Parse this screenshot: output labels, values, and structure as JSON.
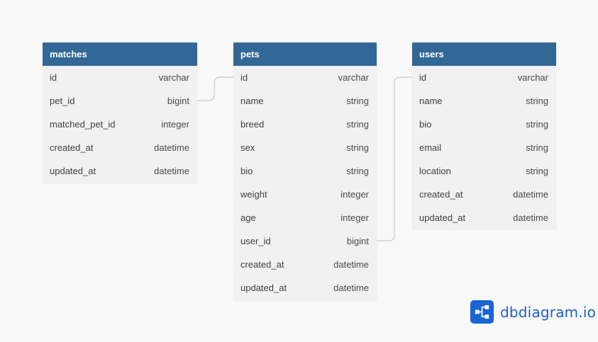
{
  "tables": [
    {
      "id": "matches",
      "name": "matches",
      "fields": [
        {
          "name": "id",
          "type": "varchar"
        },
        {
          "name": "pet_id",
          "type": "bigint"
        },
        {
          "name": "matched_pet_id",
          "type": "integer"
        },
        {
          "name": "created_at",
          "type": "datetime"
        },
        {
          "name": "updated_at",
          "type": "datetime"
        }
      ]
    },
    {
      "id": "pets",
      "name": "pets",
      "fields": [
        {
          "name": "id",
          "type": "varchar"
        },
        {
          "name": "name",
          "type": "string"
        },
        {
          "name": "breed",
          "type": "string"
        },
        {
          "name": "sex",
          "type": "string"
        },
        {
          "name": "bio",
          "type": "string"
        },
        {
          "name": "weight",
          "type": "integer"
        },
        {
          "name": "age",
          "type": "integer"
        },
        {
          "name": "user_id",
          "type": "bigint"
        },
        {
          "name": "created_at",
          "type": "datetime"
        },
        {
          "name": "updated_at",
          "type": "datetime"
        }
      ]
    },
    {
      "id": "users",
      "name": "users",
      "fields": [
        {
          "name": "id",
          "type": "varchar"
        },
        {
          "name": "name",
          "type": "string"
        },
        {
          "name": "bio",
          "type": "string"
        },
        {
          "name": "email",
          "type": "string"
        },
        {
          "name": "location",
          "type": "string"
        },
        {
          "name": "created_at",
          "type": "datetime"
        },
        {
          "name": "updated_at",
          "type": "datetime"
        }
      ]
    }
  ],
  "relationships": [
    {
      "from": "matches.pet_id",
      "to": "pets.id"
    },
    {
      "from": "pets.user_id",
      "to": "users.id"
    }
  ],
  "brand": {
    "name": "dbdiagram.io",
    "logo_icon": "share-nodes-icon",
    "accent_color": "#1a64d6"
  },
  "colors": {
    "header": "#316896",
    "table_body": "#f1f1f1",
    "background": "#f9f9f9",
    "connector": "#c8c8c8"
  }
}
